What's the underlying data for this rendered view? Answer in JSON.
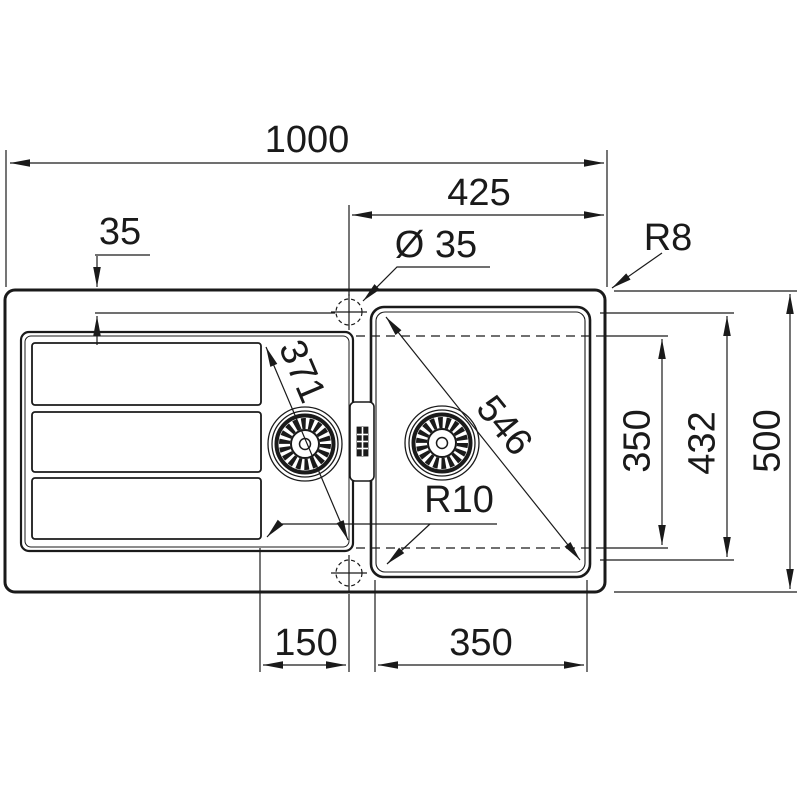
{
  "drawing": {
    "subject": "kitchen-sink-technical-drawing-top-view",
    "background": "#ffffff",
    "line_color": "#1a1a1a",
    "labels": {
      "overall_width": "1000",
      "tap_center_from_right": "425",
      "tap_hole_diameter": "Ø 35",
      "outer_corner_radius": "R8",
      "tap_center_from_top": "35",
      "drainer_diagonal": "371",
      "bowl_diagonal": "546",
      "bowl_inner_depth": "350",
      "bowl_outer_depth": "432",
      "overall_depth": "500",
      "bowl_corner_radius": "R10",
      "drain_center_offset": "150",
      "bowl_inner_width": "350"
    }
  }
}
